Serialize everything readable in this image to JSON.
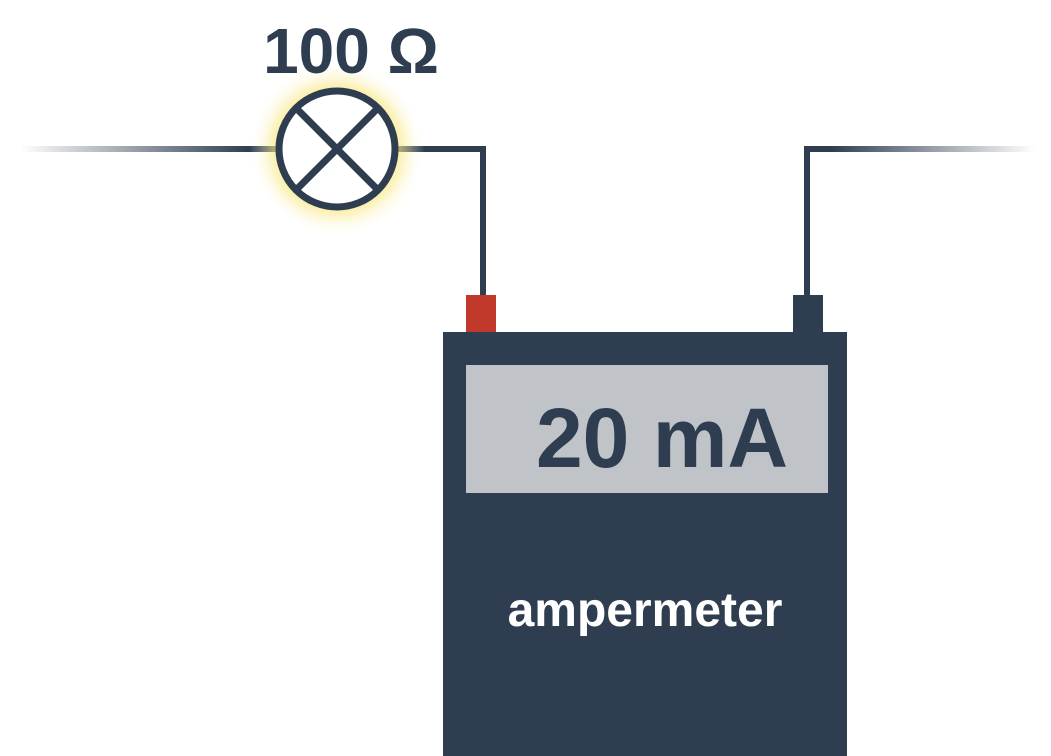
{
  "resistor": {
    "value_label": "100 Ω",
    "symbol": "lamp-icon"
  },
  "ammeter": {
    "reading": "20 mA",
    "label": "ampermeter"
  },
  "colors": {
    "wire": "#2e3e50",
    "body": "#2e3e50",
    "display": "#c0c4c8",
    "positive_terminal": "#c0392b",
    "negative_terminal": "#2e3e50",
    "glow": "#f7e26b",
    "body_text": "#ffffff"
  }
}
